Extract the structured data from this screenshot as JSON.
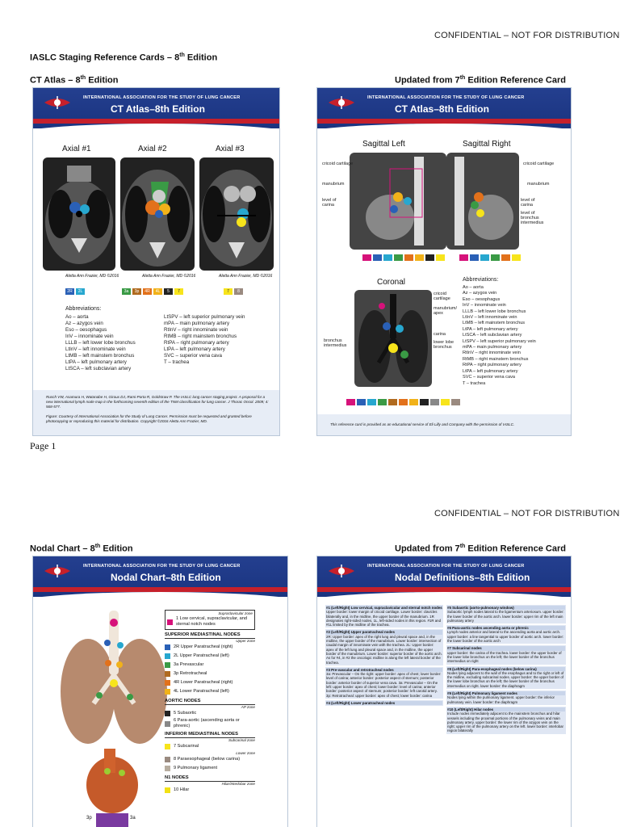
{
  "page1": {
    "confidential": "CONFIDENTIAL – NOT FOR DISTRIBUTION",
    "doc_title": "IASLC Staging Reference Cards – 8",
    "doc_title_sup": "th",
    "doc_title_tail": " Edition",
    "left_heading": "CT Atlas – 8",
    "left_heading_sup": "th",
    "left_heading_tail": " Edition",
    "right_heading": "Updated from 7",
    "right_heading_sup": "th",
    "right_heading_tail": " Edition Reference Card",
    "page_number": "Page 1"
  },
  "card_common": {
    "association": "INTERNATIONAL ASSOCIATION FOR THE STUDY OF LUNG CANCER"
  },
  "ct_card": {
    "title": "CT Atlas–8th Edition",
    "axial_labels": [
      "Axial #1",
      "Axial #2",
      "Axial #3"
    ],
    "signature": "Aletta Ann Frazier, MD ©2016",
    "legend1": [
      "2R",
      "2L"
    ],
    "legend2": [
      "3a",
      "3p",
      "4R",
      "4L",
      "5",
      "7"
    ],
    "legend3": [
      "7",
      "8"
    ],
    "abbrev_title": "Abbreviations:",
    "abbrev_left": [
      "Ao – aorta",
      "Az – azygos vein",
      "Eso – oesophagus",
      "InV – innominate vein",
      "LLLB – left lower lobe bronchus",
      "LtInV – left innominate vein",
      "LtMB – left mainstem bronchus",
      "LtPA – left pulmonary artery",
      "LtSCA – left subclavian artery"
    ],
    "abbrev_right": [
      "LtSPV – left superior pulmonary vein",
      "mPA – main pulmonary artery",
      "RtInV – right innominate vein",
      "RtMB – right mainstem bronchus",
      "RtPA – right pulmonary artery",
      "LtPA – left pulmonary artery",
      "SVC – superior vena cava",
      "T – trachea"
    ],
    "citation": "Rusch VW, Asamura H, Watanabe H, Giroux DJ, Rami-Porta R, Goldstraw P. The IASLC lung cancer staging project. A proposal for a new international lymph node map in the forthcoming seventh edition of the TNM classification for lung cancer. J Thorac Oncol. 2009; 4: 568-577.",
    "figure_note": "Figure: Courtesy of International Association for the Study of Lung Cancer. Permission must be requested and granted before photocopying or reproducing this material for distribution. Copyright ©2016 Aletta Ann Frazier, MD."
  },
  "sag_card": {
    "title": "CT Atlas–8th Edition",
    "sag_left": "Sagittal Left",
    "sag_right": "Sagittal Right",
    "left_labels": [
      "cricoid cartilage",
      "manubrium",
      "level of carina"
    ],
    "right_labels": [
      "cricoid cartilage",
      "manubrium",
      "level of carina",
      "level of bronchus intermedius"
    ],
    "coronal": "Coronal",
    "coronal_left_labels": [
      "bronchus intermedius"
    ],
    "coronal_right_labels": [
      "cricoid cartilage",
      "manubrium/ apex",
      "carina",
      "lower lobe bronchus"
    ],
    "abbrev_title": "Abbreviations:",
    "abbrev": [
      "Ao – aorta",
      "Az – azygos vein",
      "Eso – oesophagus",
      "InV – innominate vein",
      "LLLB – left lower lobe bronchus",
      "LtInV – left innominate vein",
      "LtMB – left mainstem bronchus",
      "LtPA – left pulmonary artery",
      "LtSCA – left subclavian artery",
      "LtSPV – left superior pulmonary vein",
      "mPA – main pulmonary artery",
      "RtInV – right innominate vein",
      "RtMB – right mainstem bronchus",
      "RtPA – right pulmonary artery",
      "LtPA – left pulmonary artery",
      "SVC – superior vena cava",
      "T – trachea"
    ],
    "footer": "This reference card is provided as an educational service of Eli Lilly and Company with the permission of IASLC."
  },
  "page2": {
    "confidential": "CONFIDENTIAL – NOT FOR DISTRIBUTION",
    "left_heading": "Nodal Chart – 8",
    "left_heading_sup": "th",
    "left_heading_tail": " Edition",
    "right_heading": "Updated from 7",
    "right_heading_sup": "th",
    "right_heading_tail": " Edition Reference Card"
  },
  "nodal_card": {
    "title": "Nodal Chart–8th Edition",
    "supraclav_zone": "Supraclavicular zone",
    "item1": "1 Low cervical, supraclavicular, and sternal notch nodes",
    "sup_med_title": "SUPERIOR MEDIASTINAL NODES",
    "upper_zone": "Upper zone",
    "sup_items": [
      "2R Upper Paratracheal (right)",
      "2L Upper Paratracheal (left)",
      "3a Prevascular",
      "3p Retrotracheal",
      "4R Lower Paratracheal (right)",
      "4L Lower Paratracheal (left)"
    ],
    "aortic_title": "AORTIC NODES",
    "ap_zone": "AP zone",
    "aortic_items": [
      "5 Subaortic",
      "6 Para-aortic (ascending aorta or phrenic)"
    ],
    "inf_title": "INFERIOR MEDIASTINAL NODES",
    "subcarinal_zone": "Subcarinal zone",
    "inf_items": [
      "7 Subcarinal"
    ],
    "lower_zone": "Lower zone",
    "lower_items": [
      "8 Paraesophageal (below carina)",
      "9 Pulmonary ligament"
    ],
    "n1_title": "N1 NODES",
    "hilar_zone": "Hilar/Interlobar zone",
    "n1_items": [
      "10 Hilar"
    ],
    "colors": {
      "c1": "#d6127a",
      "c2R": "#2a60b6",
      "c2L": "#27a7cf",
      "c3a": "#3a9a45",
      "c3p": "#b06a1f",
      "c4R": "#e2711b",
      "c4L": "#f1b21a",
      "c5": "#222222",
      "c6": "#888888",
      "c7": "#f7e41b",
      "c8": "#9a8a80",
      "c9": "#b7ad9f",
      "c10": "#f2e114"
    },
    "fig_labels": [
      "3p",
      "3a"
    ]
  },
  "def_card": {
    "title": "Nodal Definitions–8th Edition",
    "left_blocks": [
      {
        "h": "#1 (Left/Right) Low cervical, supraclavicular and sternal notch nodes",
        "b": "Upper border: lower margin of cricoid cartilage. Lower border: clavicles bilaterally and, in the midline, the upper border of the manubrium. 1R designates right-sided nodes, 1L, left-sided nodes in this region. #1R and #1L limited by the midline of the trachea."
      },
      {
        "h": "#2 (Left/Right) Upper paratracheal nodes",
        "b": "2R: Upper border: apex of the right lung and pleural space and, in the midline, the upper border of the manubrium. Lower border: intersection of caudal margin of innominate vein with the trachea. 2L: Upper border: apex of the left lung and pleural space and, in the midline, the upper border of the manubrium. Lower border: superior border of the aortic arch. As for #4, in #2 the oncologic midline is along the left lateral border of the trachea."
      },
      {
        "h": "#3 Pre-vascular and retrotracheal nodes",
        "b": "3a: Prevascular – On the right: upper border: apex of chest; lower border: level of carina; anterior border: posterior aspect of sternum; posterior border: anterior border of superior vena cava. 3a: Prevascular – On the left: upper border: apex of chest; lower border: level of carina; anterior border: posterior aspect of sternum; posterior border: left carotid artery. 3p: Retrotracheal: upper border: apex of chest; lower border: carina"
      },
      {
        "h": "#4 (Left/Right) Lower paratracheal nodes",
        "b": ""
      }
    ],
    "right_blocks": [
      {
        "h": "#5 Subaortic (aorto-pulmonary window)",
        "b": "Subaortic lymph nodes lateral to the ligamentum arteriosum. upper border: the lower border of the aortic arch. lower border: upper rim of the left main pulmonary artery"
      },
      {
        "h": "#6 Para-aortic nodes ascending aorta or phrenic",
        "b": "Lymph nodes anterior and lateral to the ascending aorta and aortic arch. upper border: a line tangential to upper border of aortic arch. lower border: the lower border of the aortic arch"
      },
      {
        "h": "#7 Subcarinal nodes",
        "b": "upper border: the carina of the trachea. lower border: the upper border of the lower lobe bronchus on the left; the lower border of the bronchus intermedius on right"
      },
      {
        "h": "#8 (Left/Right) Para-esophageal nodes (below carina)",
        "b": "Nodes lying adjacent to the wall of the esophagus and to the right or left of the midline, excluding subcarinal nodes. upper border: the upper border of the lower lobe bronchus on the left; the lower border of the bronchus intermedius on right. lower border: the diaphragm"
      },
      {
        "h": "#9 (Left/Right) Pulmonary ligament nodes",
        "b": "Nodes lying within the pulmonary ligament. upper border: the inferior pulmonary vein. lower border: the diaphragm"
      },
      {
        "h": "#10 (Left/Right) Hilar nodes",
        "b": "Include nodes immediately adjacent to the mainstem bronchus and hilar vessels including the proximal portions of the pulmonary veins and main pulmonary artery. upper border: the lower rim of the azygos vein on the right; upper rim of the pulmonary artery on the left. lower border: interlobar region bilaterally"
      }
    ]
  }
}
